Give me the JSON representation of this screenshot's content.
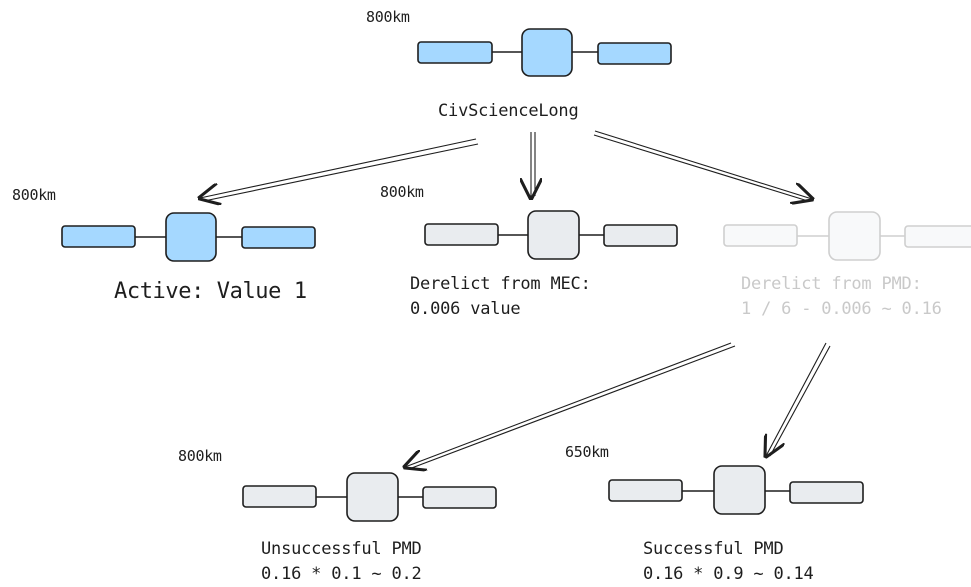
{
  "root": {
    "altitude": "800km",
    "name": "CivScienceLong",
    "color": "#a5d8ff"
  },
  "active": {
    "altitude": "800km",
    "label": "Active: Value 1",
    "color": "#a5d8ff"
  },
  "mec": {
    "altitude": "800km",
    "label_line1": "Derelict from MEC:",
    "label_line2": "0.006 value",
    "color": "#e9ecef"
  },
  "pmd": {
    "label_line1": "Derelict from PMD:",
    "label_line2": "1 / 6 - 0.006 ~ 0.16",
    "color": "#f8f9fa",
    "text_color": "#c9c9c9"
  },
  "unsuccessful": {
    "altitude": "800km",
    "label_line1": "Unsuccessful PMD",
    "label_line2": "0.16 * 0.1 ~ 0.2",
    "color": "#e9ecef"
  },
  "successful": {
    "altitude": "650km",
    "label_line1": "Successful PMD",
    "label_line2": "0.16 * 0.9 ~ 0.14",
    "color": "#e9ecef"
  },
  "colors": {
    "stroke": "#1e1e1e",
    "faded_stroke": "#cfcfcf",
    "background": "#ffffff"
  }
}
